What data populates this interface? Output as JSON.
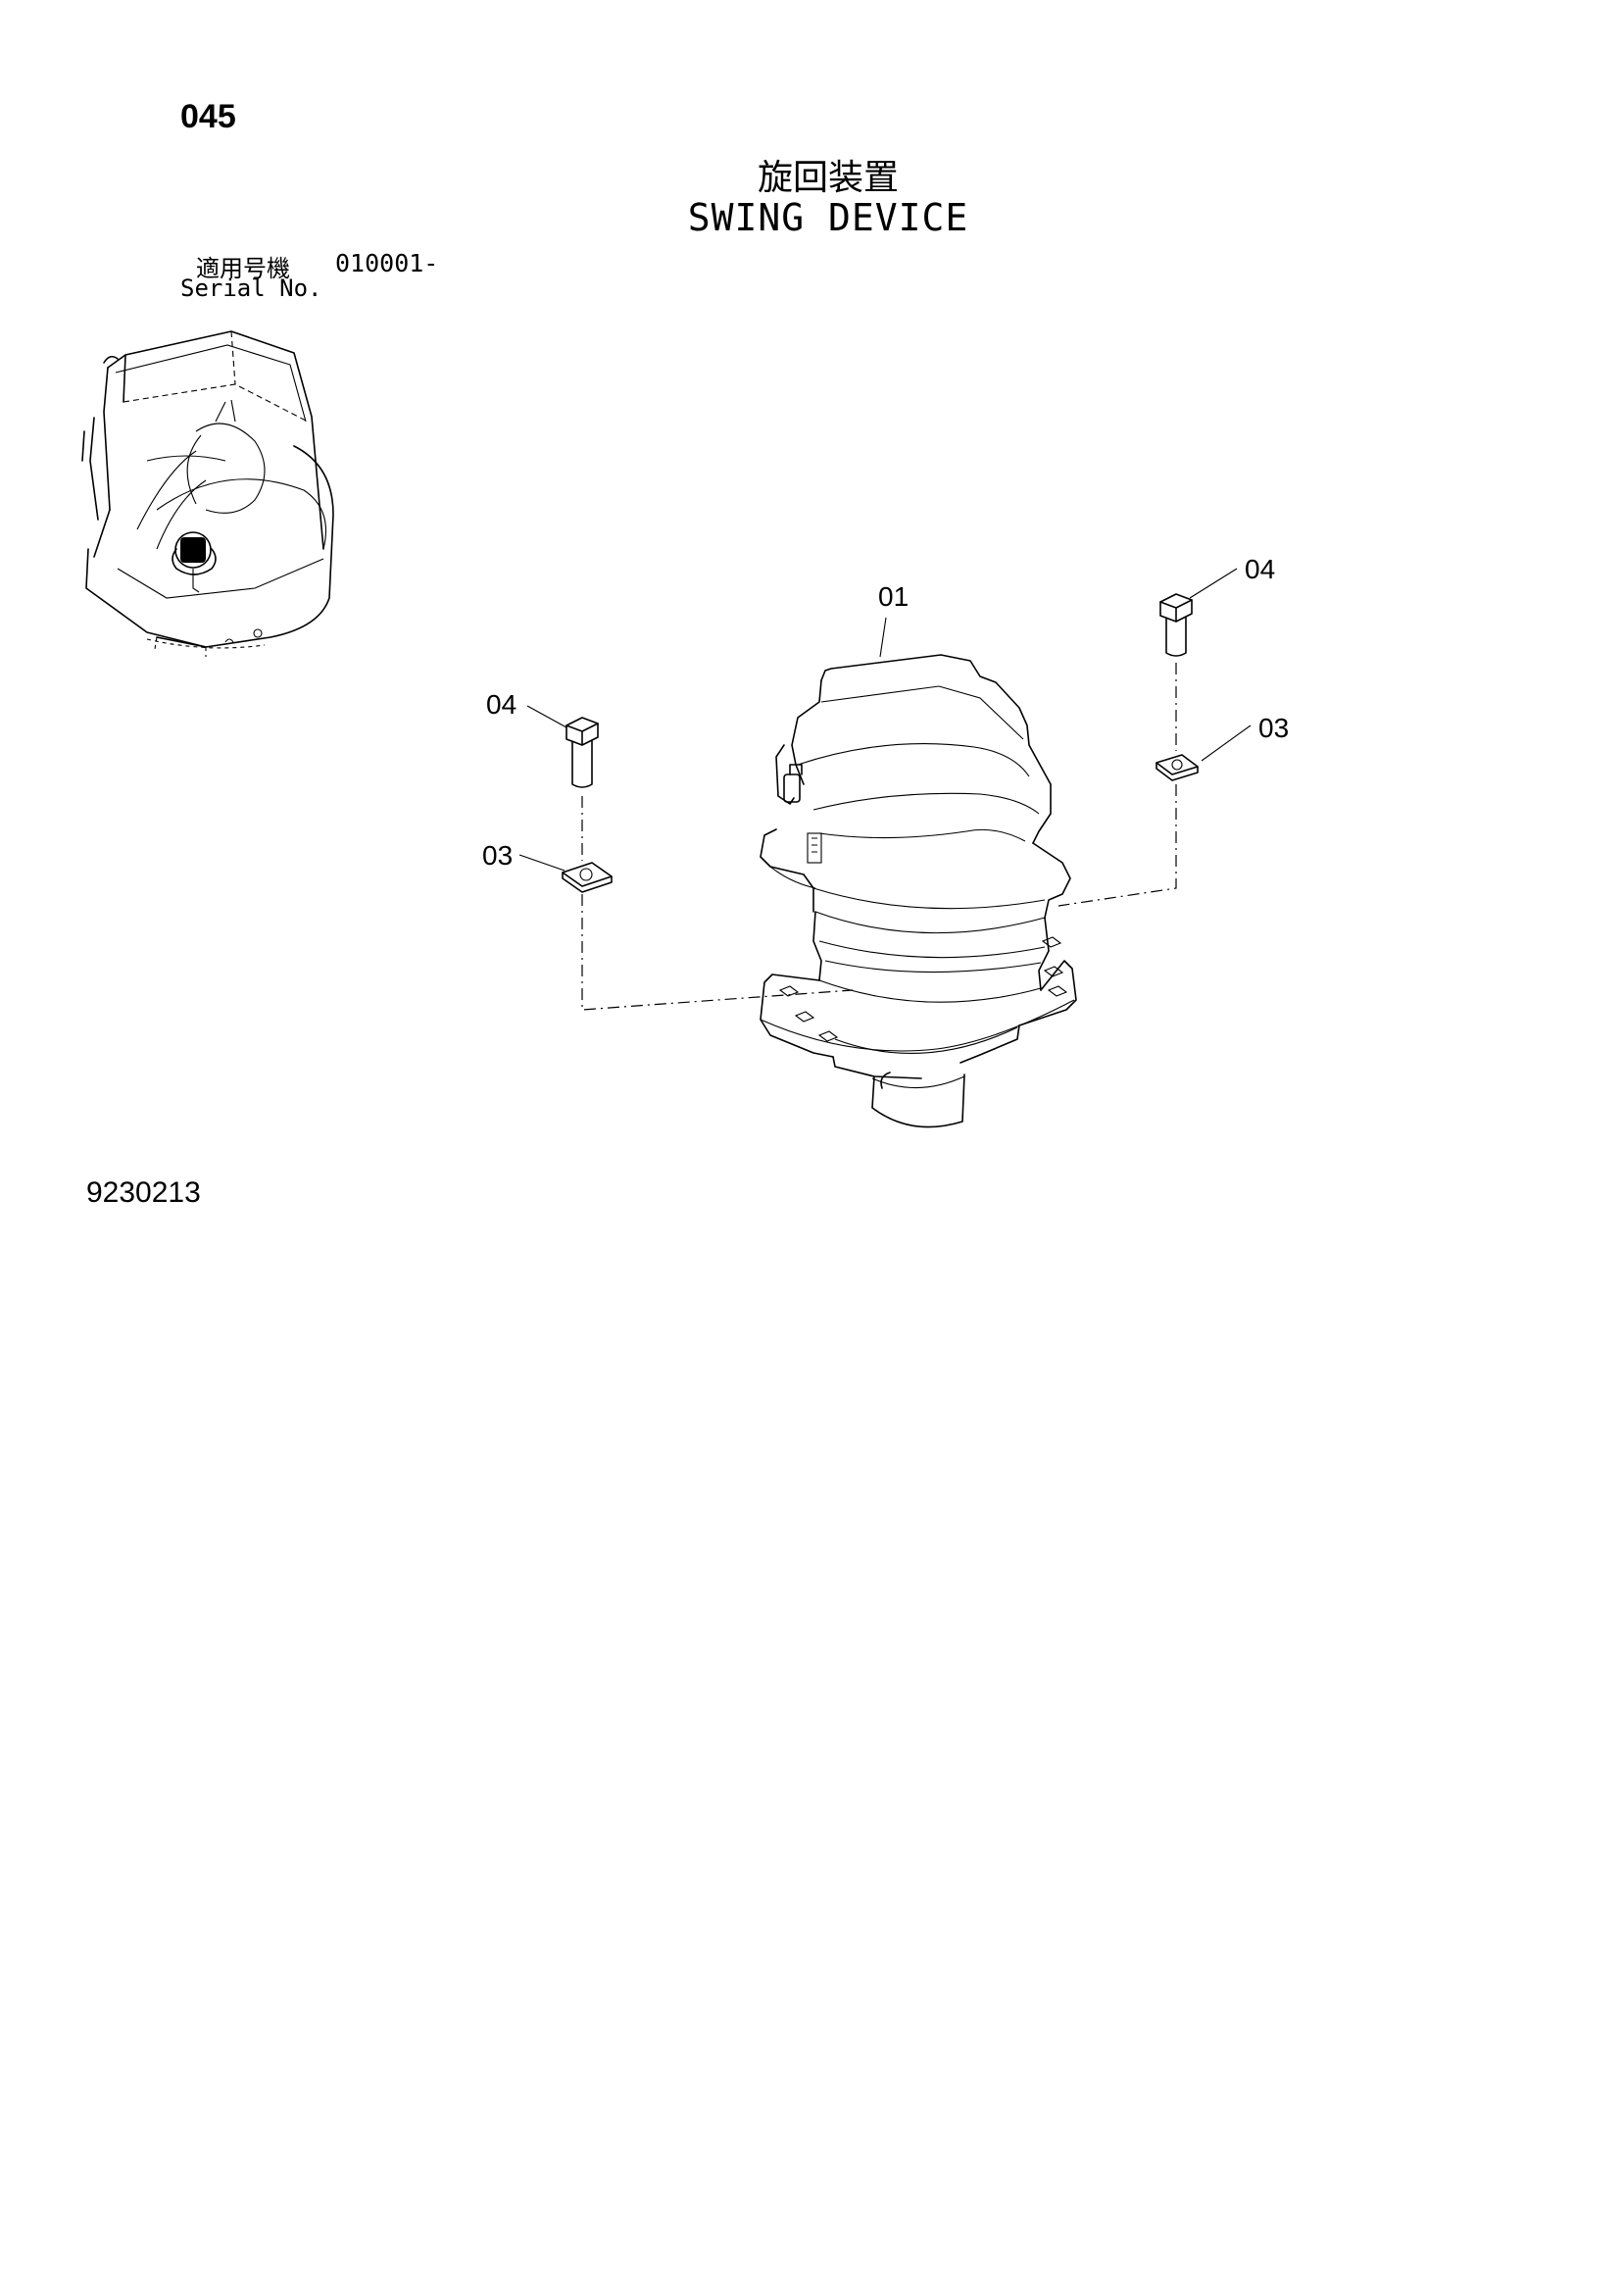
{
  "header": {
    "page_number": "045",
    "title_jp": "旋回装置",
    "title_en": "SWING DEVICE"
  },
  "serial": {
    "label_jp": "適用号機",
    "value": "010001-",
    "label_en": "Serial No."
  },
  "callouts": {
    "swing_device": "01",
    "washer_left": "03",
    "washer_right": "03",
    "bolt_left": "04",
    "bolt_right": "04"
  },
  "footer": {
    "drawing_number": "9230213"
  }
}
